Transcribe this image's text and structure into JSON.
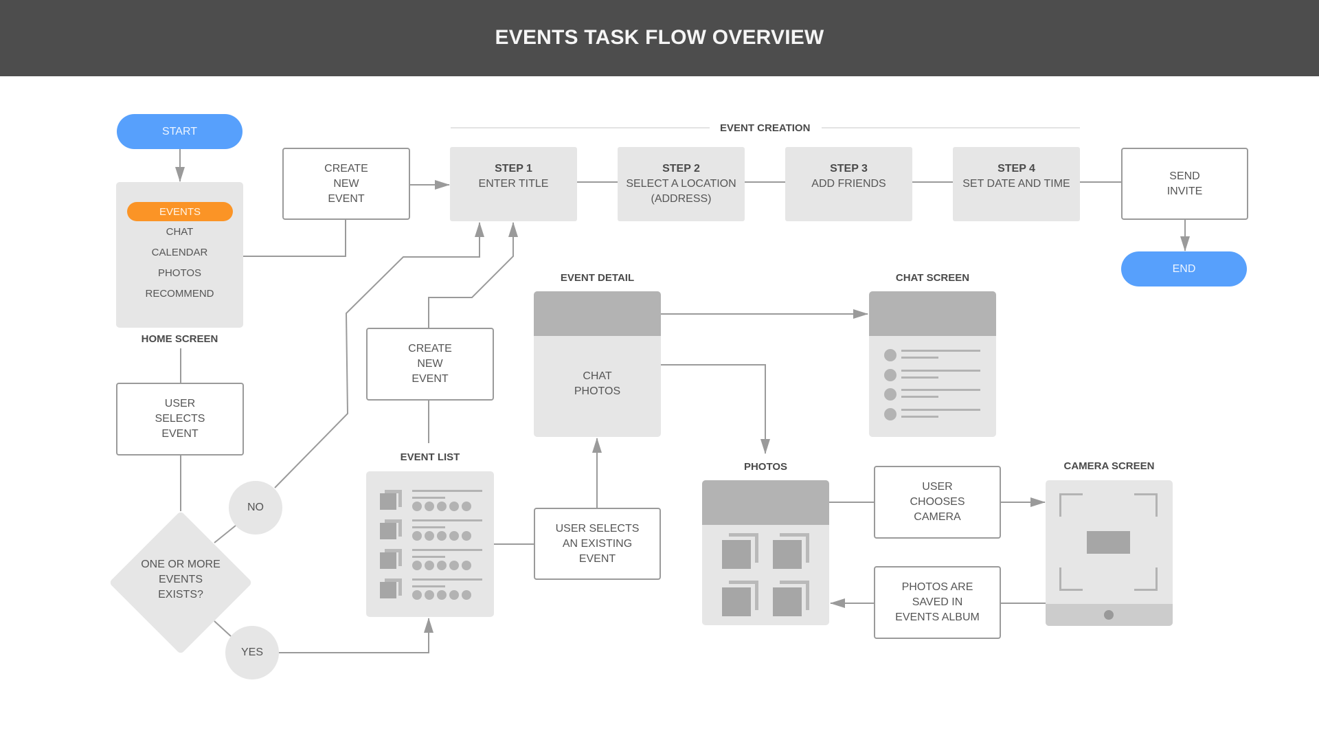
{
  "header": {
    "title": "EVENTS TASK FLOW OVERVIEW"
  },
  "colors": {
    "header_bg": "#4d4d4d",
    "terminal_blue": "#57a0fc",
    "active_orange": "#fb9426",
    "box_gray": "#e6e6e6",
    "connector": "#9a9a9a"
  },
  "nodes": {
    "start": "START",
    "end": "END",
    "home_screen": {
      "label": "HOME SCREEN",
      "menu": [
        {
          "label": "EVENTS",
          "active": true
        },
        {
          "label": "CHAT",
          "active": false
        },
        {
          "label": "CALENDAR",
          "active": false
        },
        {
          "label": "PHOTOS",
          "active": false
        },
        {
          "label": "RECOMMEND",
          "active": false
        }
      ]
    },
    "create_new_event_top": [
      "CREATE",
      "NEW",
      "EVENT"
    ],
    "create_new_event_mid": [
      "CREATE",
      "NEW",
      "EVENT"
    ],
    "user_selects_event": [
      "USER",
      "SELECTS",
      "EVENT"
    ],
    "decision": {
      "lines": [
        "ONE OR MORE",
        "EVENTS",
        "EXISTS?"
      ],
      "no": "NO",
      "yes": "YES"
    },
    "event_creation": {
      "title": "EVENT CREATION",
      "steps": [
        {
          "step": "STEP 1",
          "lines": [
            "ENTER TITLE"
          ]
        },
        {
          "step": "STEP 2",
          "lines": [
            "SELECT A LOCATION",
            "(ADDRESS)"
          ]
        },
        {
          "step": "STEP 3",
          "lines": [
            "ADD FRIENDS"
          ]
        },
        {
          "step": "STEP 4",
          "lines": [
            "SET DATE AND TIME"
          ]
        }
      ]
    },
    "send_invite": [
      "SEND",
      "INVITE"
    ],
    "event_list": {
      "label": "EVENT LIST",
      "rows": 4,
      "dots_per_row": 5
    },
    "user_selects_existing": [
      "USER SELECTS",
      "AN EXISTING",
      "EVENT"
    ],
    "event_detail": {
      "label": "EVENT DETAIL",
      "lines": [
        "CHAT",
        "PHOTOS"
      ]
    },
    "chat_screen": {
      "label": "CHAT SCREEN",
      "rows": 4
    },
    "photos": {
      "label": "PHOTOS",
      "thumbnails": 4
    },
    "user_chooses_camera": [
      "USER",
      "CHOOSES",
      "CAMERA"
    ],
    "photos_saved": [
      "PHOTOS ARE",
      "SAVED IN",
      "EVENTS ALBUM"
    ],
    "camera_screen": {
      "label": "CAMERA SCREEN"
    }
  }
}
